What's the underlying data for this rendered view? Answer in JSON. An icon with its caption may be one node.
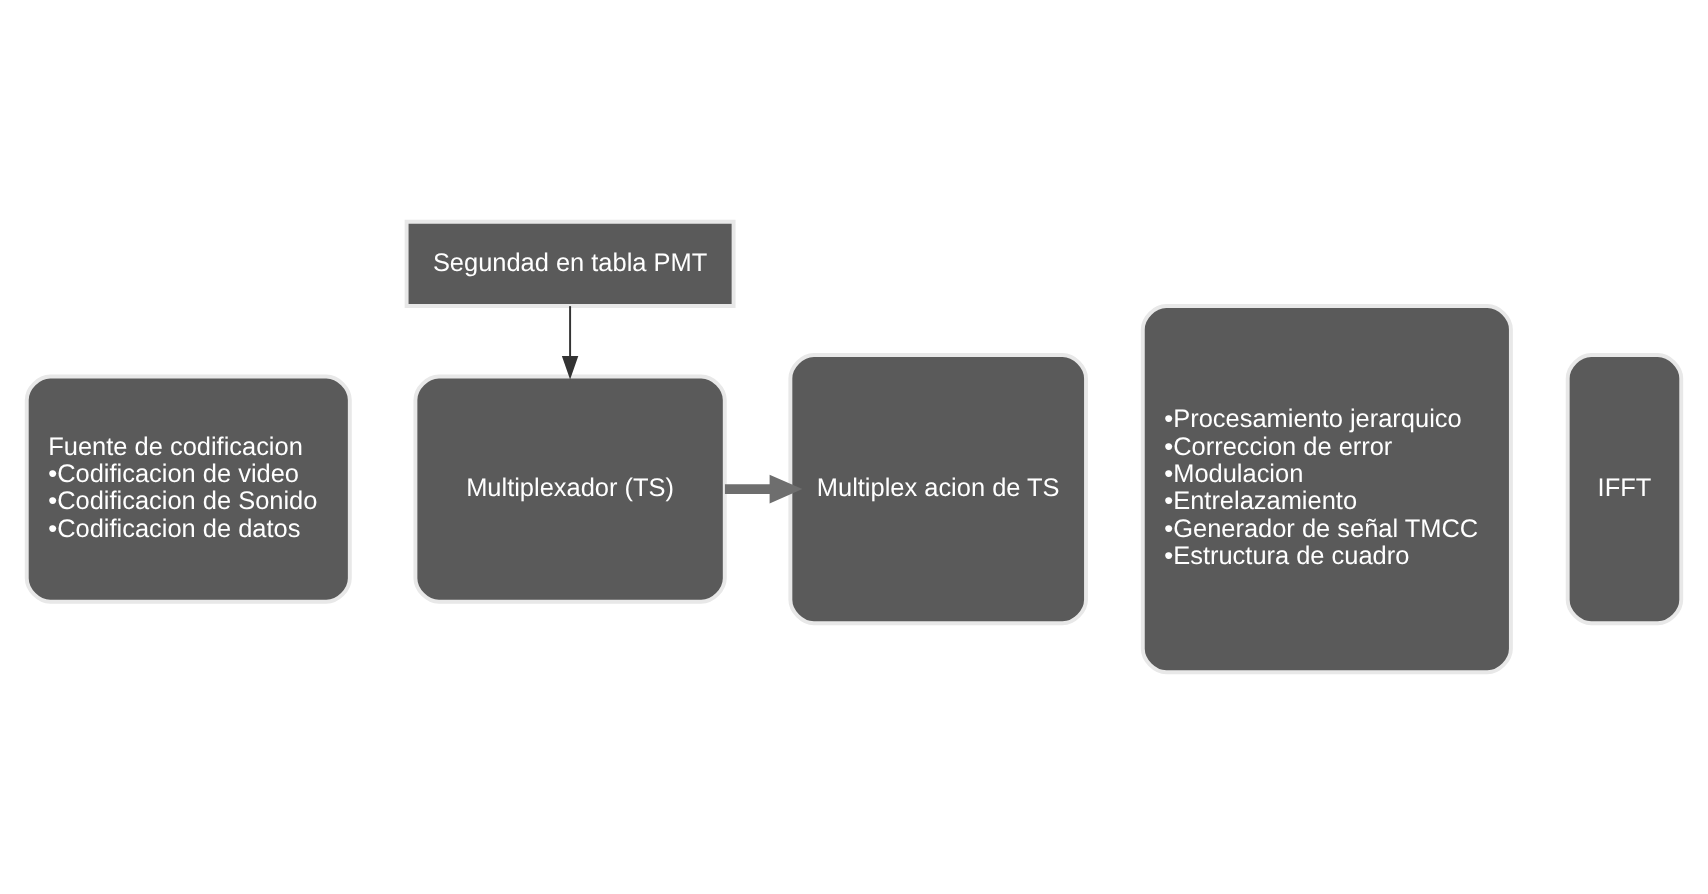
{
  "diagram": {
    "nodes": [
      {
        "text": [
          "Fuente de codificacion",
          "•Codificacion de video",
          "•Codificacion de Sonido",
          "•Codificacion de datos"
        ]
      },
      {
        "text": [
          "Multiplexador (TS)"
        ]
      },
      {
        "text": [
          "Multiplex acion de TS"
        ]
      },
      {
        "text": [
          "•Procesamiento jerarquico",
          "•Correccion de error",
          "•Modulacion",
          "•Entrelazamiento",
          "•Generador de señal TMCC",
          "•Estructura de cuadro"
        ]
      },
      {
        "text": [
          "IFFT"
        ]
      },
      {
        "text": [
          "Segundad en tabla PMT"
        ]
      }
    ],
    "edges": [
      {
        "from": 1,
        "to": 2,
        "arrow": "to",
        "style": "thick",
        "color": "#6e6e6e"
      },
      {
        "from": 5,
        "to": 1,
        "arrow": "to"
      }
    ]
  }
}
